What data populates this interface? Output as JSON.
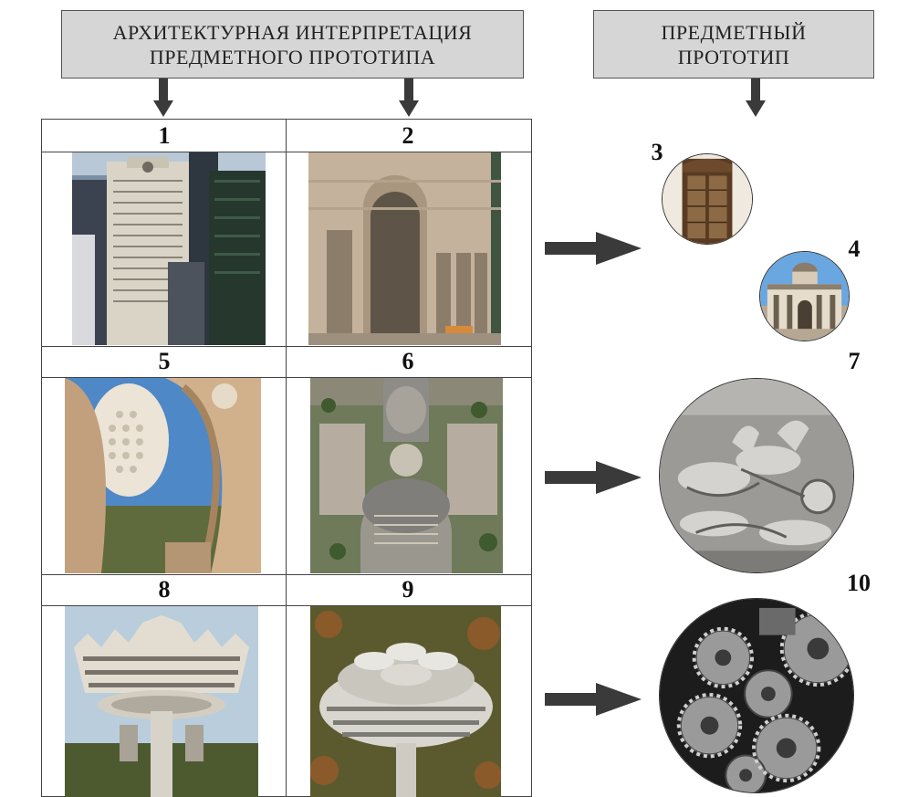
{
  "headers": {
    "interpretation": {
      "line1": "АРХИТЕКТУРНАЯ ИНТЕРПРЕТАЦИЯ",
      "line2": "ПРЕДМЕТНОГО ПРОТОТИПА"
    },
    "prototype": {
      "line1": "ПРЕДМЕТНЫЙ",
      "line2": "ПРОТОТИП"
    }
  },
  "grid_labels": {
    "n1": "1",
    "n2": "2",
    "n5": "5",
    "n6": "6",
    "n8": "8",
    "n9": "9"
  },
  "prototype_labels": {
    "n3": "3",
    "n4": "4",
    "n7": "7",
    "n10": "10"
  },
  "colors": {
    "header_bg": "#d6d6d6",
    "arrow": "#3a3a3a",
    "border": "#444444"
  }
}
